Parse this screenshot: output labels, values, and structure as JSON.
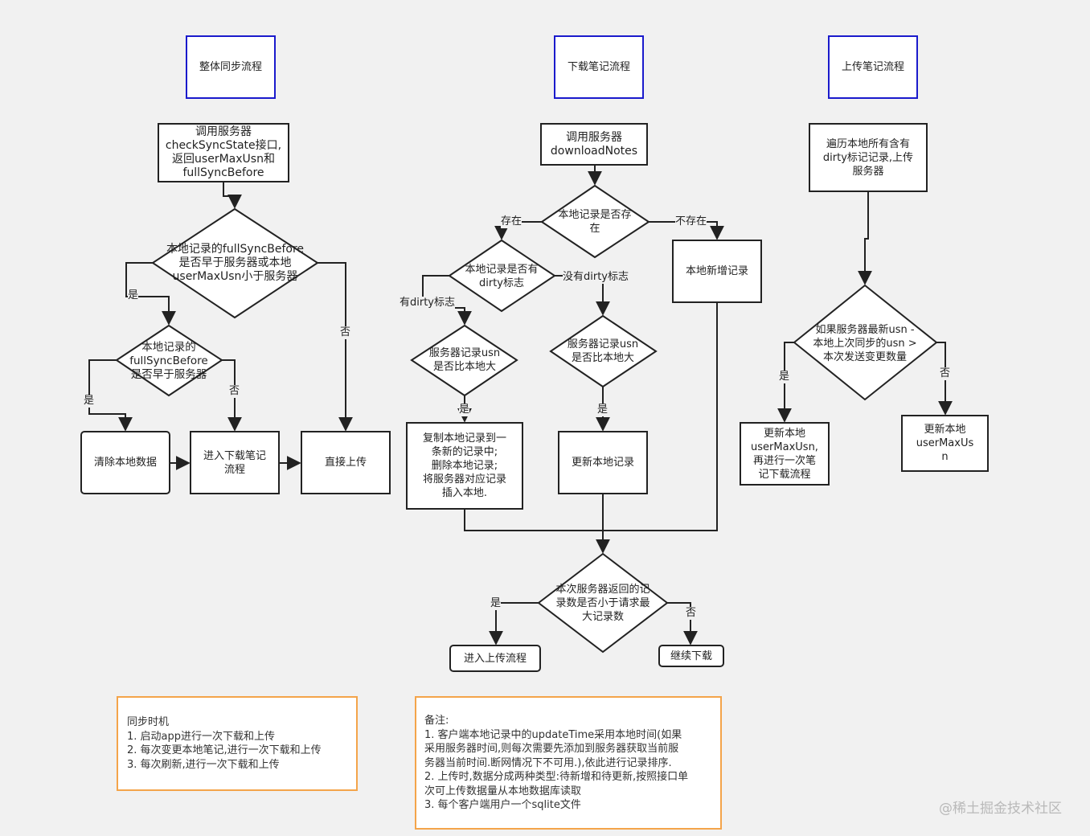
{
  "titles": {
    "overall": "整体同步流程",
    "download": "下载笔记流程",
    "upload": "上传笔记流程"
  },
  "overall_flow": {
    "call_check": "调用服务器\ncheckSyncState接口,\n返回userMaxUsn和\nfullSyncBefore",
    "decision_main": "本地记录的fullSyncBefore\n是否早于服务器或本地\nuserMaxUsn小于服务器",
    "decision_sub": "本地记录的\nfullSyncBefore\n是否早于服务器",
    "clear_local": "清除本地数据",
    "enter_download": "进入下载笔记\n流程",
    "direct_upload": "直接上传",
    "label_yes_main": "是",
    "label_no_main": "否",
    "label_yes_sub": "是",
    "label_no_sub": "否"
  },
  "download_flow": {
    "call_download": "调用服务器\ndownloadNotes",
    "decision_exists": "本地记录是否存\n在",
    "label_exists": "存在",
    "label_not_exists": "不存在",
    "add_local": "本地新增记录",
    "decision_dirty": "本地记录是否有\ndirty标志",
    "label_has_dirty": "有dirty标志",
    "label_no_dirty": "没有dirty标志",
    "decision_usn_left": "服务器记录usn\n是否比本地大",
    "decision_usn_right": "服务器记录usn\n是否比本地大",
    "label_yes_left": "是",
    "label_yes_right": "是",
    "copy_record": "复制本地记录到一\n条新的记录中;\n删除本地记录;\n将服务器对应记录\n插入本地.",
    "update_local": "更新本地记录",
    "decision_count": "本次服务器返回的记\n录数是否小于请求最\n大记录数",
    "label_yes_count": "是",
    "label_no_count": "否",
    "enter_upload": "进入上传流程",
    "continue_download": "继续下载"
  },
  "upload_flow": {
    "iterate_dirty": "遍历本地所有含有\ndirty标记记录,上传\n服务器",
    "decision_usn": "如果服务器最新usn -\n本地上次同步的usn >\n本次发送变更数量",
    "label_yes": "是",
    "label_no": "否",
    "update_then_download": "更新本地\nuserMaxUsn,\n再进行一次笔\n记下载流程",
    "update_usn": "更新本地\nuserMaxUs\nn"
  },
  "notes": {
    "timing": "同步时机\n1. 启动app进行一次下载和上传\n2. 每次变更本地笔记,进行一次下载和上传\n3. 每次刷新,进行一次下载和上传",
    "remarks": "备注:\n1. 客户端本地记录中的updateTime采用本地时间(如果\n采用服务器时间,则每次需要先添加到服务器获取当前服\n务器当前时间.断网情况下不可用.),依此进行记录排序.\n2. 上传时,数据分成两种类型:待新增和待更新,按照接口单\n次可上传数据量从本地数据库读取\n3. 每个客户端用户一个sqlite文件"
  },
  "watermark": "@稀土掘金技术社区",
  "colors": {
    "background": "#f1f1f1",
    "title_border": "#1a1acc",
    "node_border": "#222222",
    "note_border": "#f4a44a",
    "edge": "#222222"
  }
}
